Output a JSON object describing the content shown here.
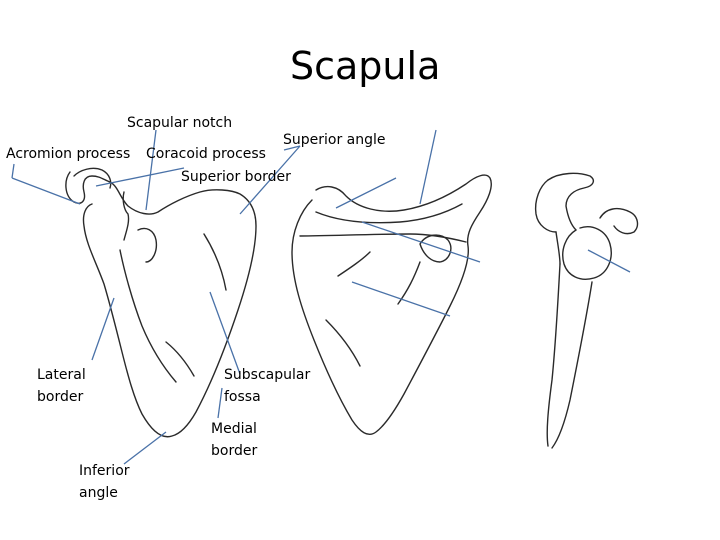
{
  "title": "Scapula",
  "labels": {
    "scapular_notch": "Scapular notch",
    "acromion_process": "Acromion process",
    "coracoid_process": "Coracoid process",
    "superior_angle": "Superior angle",
    "superior_border": "Superior border",
    "lateral_border_1": "Lateral",
    "lateral_border_2": "border",
    "subscapular_fossa_1": "Subscapular",
    "subscapular_fossa_2": "fossa",
    "medial_border_1": "Medial",
    "medial_border_2": "border",
    "inferior_angle_1": "Inferior",
    "inferior_angle_2": "angle"
  },
  "colors": {
    "bone_outline": "#2a2a2a",
    "pointer_line": "#4a72a8"
  }
}
